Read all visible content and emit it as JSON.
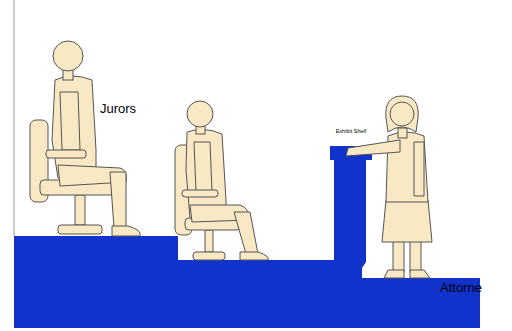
{
  "diagram": {
    "labels": [
      "Jurors",
      "Exhibit Shelf",
      "Attorne"
    ]
  }
}
